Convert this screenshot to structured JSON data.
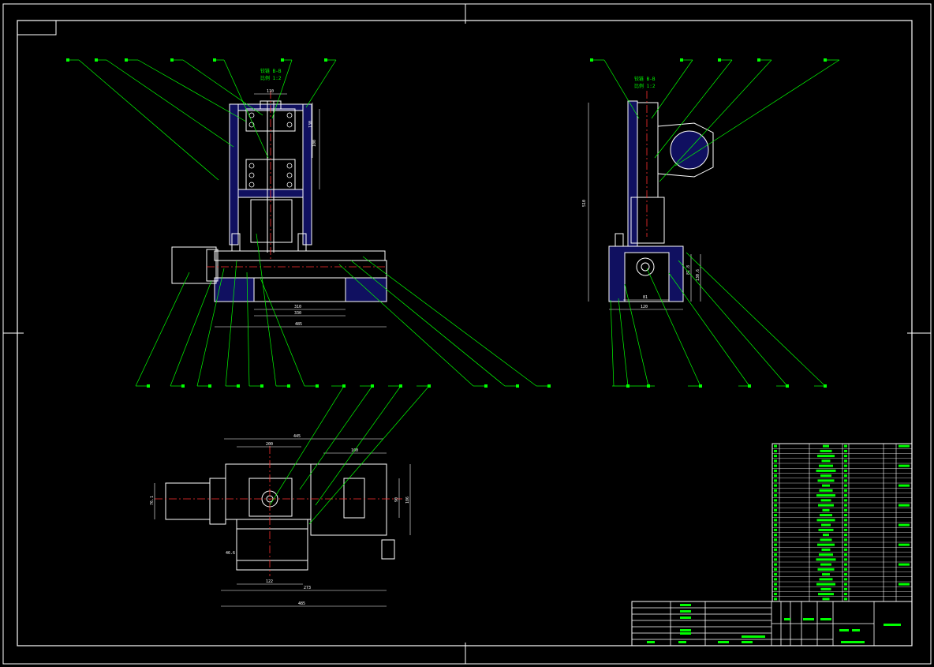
{
  "drawing": {
    "front_view_scale_note": [
      "铰链 B-B",
      "比例 1:2"
    ],
    "side_view_scale_note": [
      "铰链 B-B",
      "比例 1:2"
    ],
    "front_dims": {
      "top_width": "110",
      "right_1": "100",
      "right_2": "130",
      "inner_1": "310",
      "inner_2": "330",
      "overall": "485"
    },
    "side_dims": {
      "height": "510",
      "h1": "81.8",
      "h2": "130.6",
      "w1": "81",
      "w2": "120"
    },
    "plan_dims": {
      "top_overall": "445",
      "top_1": "200",
      "top_2": "100",
      "left_h": "76.1",
      "left_w": "46.6",
      "right_h1": "186",
      "right_h2": "90",
      "bottom_1": "122",
      "bottom_2": "273",
      "overall": "485"
    }
  },
  "colors": {
    "background": "#000000",
    "border": "#ffffff",
    "outline": "#ffffff",
    "leader": "#00ff00",
    "hatch": "#2020c0",
    "centerline": "#ff3030",
    "label": "#00ff00"
  }
}
